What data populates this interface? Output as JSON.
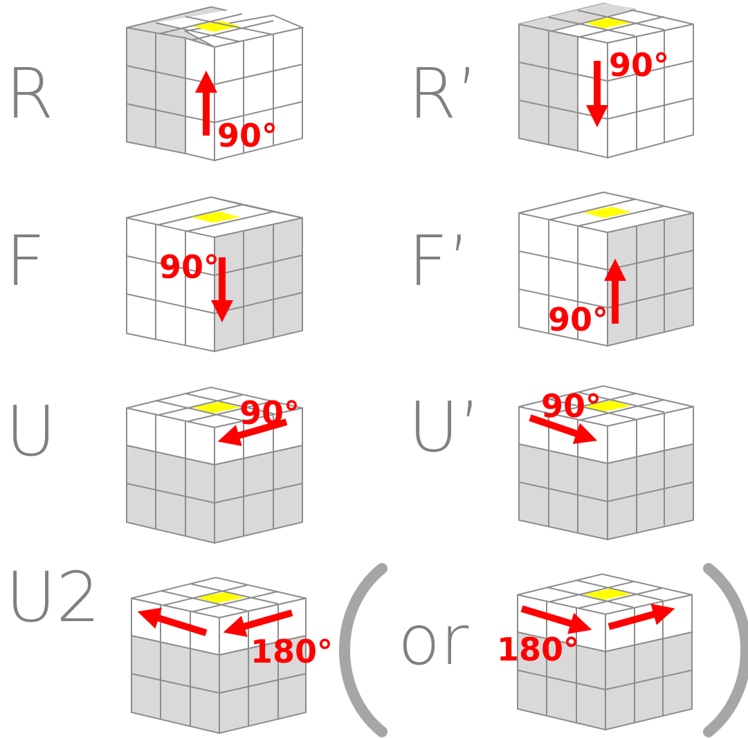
{
  "colors": {
    "white_face": "#ffffff",
    "gray_face": "#d9d9d9",
    "edge": "#8c8c8c",
    "center_top": "#ffff00",
    "arrow": "#ff0000",
    "label": "#808080",
    "paren": "#a6a6a6"
  },
  "moves": [
    {
      "label": "R",
      "angle": "90°",
      "face_highlight": "right-column",
      "arrow_direction": "up"
    },
    {
      "label": "R’",
      "angle": "90°",
      "face_highlight": "right-column",
      "arrow_direction": "down"
    },
    {
      "label": "F",
      "angle": "90°",
      "face_highlight": "front-face",
      "arrow_direction": "down"
    },
    {
      "label": "F’",
      "angle": "90°",
      "face_highlight": "front-face",
      "arrow_direction": "up"
    },
    {
      "label": "U",
      "angle": "90°",
      "face_highlight": "top-row",
      "arrow_direction": "left"
    },
    {
      "label": "U’",
      "angle": "90°",
      "face_highlight": "top-row",
      "arrow_direction": "right"
    },
    {
      "label": "U2",
      "angle": "180°",
      "face_highlight": "top-row",
      "arrow_direction": "left-twice"
    }
  ],
  "alternative": {
    "connector": "or",
    "angle": "180°",
    "arrow_direction": "right-twice"
  }
}
